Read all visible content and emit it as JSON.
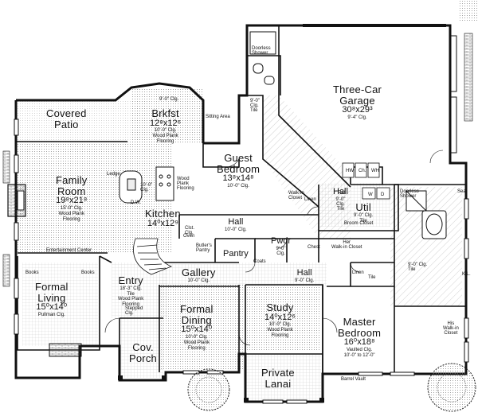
{
  "rooms": {
    "covered_patio": {
      "name": "Covered\nPatio"
    },
    "brkfst": {
      "name": "Brkfst",
      "size": "12⁸x12⁶",
      "note1": "10'-0\" Clg.",
      "note2": "Wood Plank",
      "note3": "Flooring"
    },
    "brkfst_clg": "9'-0\" Clg.",
    "guest_bedroom": {
      "name": "Guest\nBedroom",
      "size": "13⁸x14⁸",
      "note1": "10'-0\" Clg."
    },
    "three_car_garage": {
      "name": "Three-Car\nGarage",
      "size": "30⁸x29³",
      "note1": "9'-4\" Clg."
    },
    "family_room": {
      "name": "Family\nRoom",
      "size": "19⁸x21⁸",
      "note1": "15'-0\" Clg.",
      "note2": "Wood Plank",
      "note3": "Flooring"
    },
    "kitchen": {
      "name": "Kitchen",
      "size": "14⁰x12⁹"
    },
    "hall_upper": {
      "name": "Hall",
      "note1": "9'-0\"",
      "note2": "Clg.",
      "note3": "Tile"
    },
    "hall_mid": {
      "name": "Hall",
      "note1": "10'-0\" Clg."
    },
    "hall_lower": {
      "name": "Hall",
      "note1": "9'-0\" Clg."
    },
    "util": {
      "name": "Util",
      "note1": "9'-0\" Clg.",
      "note2": "Tile"
    },
    "pwdr": {
      "name": "Pwdr",
      "note1": "9'-0\"",
      "note2": "Clg."
    },
    "pantry": {
      "name": "Pantry"
    },
    "formal_living": {
      "name": "Formal\nLiving",
      "size": "15⁰x14⁰",
      "note1": "Pullman Clg."
    },
    "entry": {
      "name": "Entry",
      "note1": "18'-3\" Clg.",
      "note2": "Tile",
      "note3": "Wood Plank",
      "note4": "Flooring"
    },
    "gallery": {
      "name": "Gallery",
      "note1": "10'-0\" Clg."
    },
    "formal_dining": {
      "name": "Formal\nDining",
      "size": "15⁰x14⁰",
      "note1": "10'-0\" Clg.",
      "note2": "Wood Plank",
      "note3": "Flooring"
    },
    "study": {
      "name": "Study",
      "size": "14⁰x12⁶",
      "note1": "10'-0\" Clg.",
      "note2": "Wood Plank",
      "note3": "Flooring"
    },
    "master_bedroom": {
      "name": "Master\nBedroom",
      "size": "16⁰x18⁸",
      "note1": "Vaulted Clg.",
      "note2": "10'-0\" to 12'-0\""
    },
    "cov_porch": {
      "name": "Cov.\nPorch"
    },
    "private_lanai": {
      "name": "Private\nLanai"
    }
  },
  "labels": {
    "doorless_shower_top": "Doorless\nShower",
    "sitting_area": "Sitting Area",
    "clg_9": "9'-0\"\nClg.\nTile",
    "walk_in_closet": "Walk-in\nCloset",
    "linen": "Linen",
    "broom_closet": "Broom Closet",
    "doorless_shower_right": "Doorless\nShower",
    "seat": "Seat",
    "her_walk_in_closet": "Her\nWalk-in Closet",
    "chest": "Chest",
    "his_walk_in_closet": "His\nWalk-in\nCloset",
    "master_bath_clg": "9'-0\" Clg.\nTile",
    "ledge": "Ledge",
    "kitchen_clg": "10'-0\"\nClg.",
    "dw": "D.W.",
    "wood_plank": "Wood\nPlank\nFlooring",
    "entertainment_center": "Entertainment Center",
    "books_left": "Books",
    "books_right": "Books",
    "oven": "Oven",
    "clst": "Clst.\nClg.",
    "butlers_pantry": "Butler's\nPantry",
    "coats": "Coats",
    "linen2": "Linen",
    "tile": "Tile",
    "kl": "K.L.",
    "stepped_clg": "Stepped\nClg.",
    "barrel_vault": "Barrel Vault",
    "w": "W",
    "d": "D",
    "ref": "Ref",
    "hw": "HW",
    "ch": "Ch.",
    "wh": "WH"
  },
  "colors": {
    "line": "#111111",
    "hatch": "#333333",
    "background": "#ffffff"
  }
}
